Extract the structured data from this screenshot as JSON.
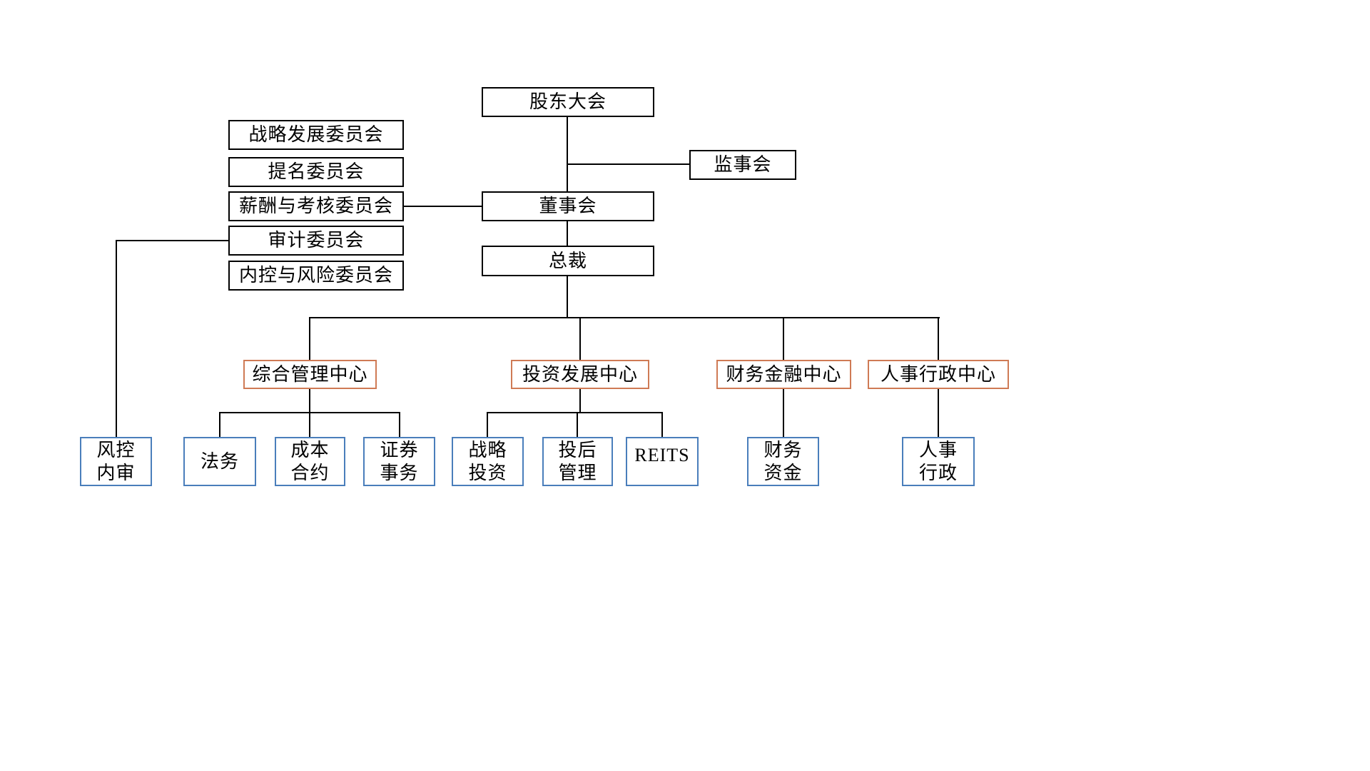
{
  "nodes": {
    "shareholders_meeting": "股东大会",
    "supervisory_board": "监事会",
    "board_of_directors": "董事会",
    "president": "总裁",
    "committee_strategy": "战略发展委员会",
    "committee_nomination": "提名委员会",
    "committee_remuneration": "薪酬与考核委员会",
    "committee_audit": "审计委员会",
    "committee_internal_risk": "内控与风险委员会",
    "center_general_management": "综合管理中心",
    "center_investment_development": "投资发展中心",
    "center_finance": "财务金融中心",
    "center_hr_admin": "人事行政中心",
    "dept_risk_control_audit": "风控\n内审",
    "dept_legal": "法务",
    "dept_cost_contract": "成本\n合约",
    "dept_securities": "证券\n事务",
    "dept_strategic_investment": "战略\n投资",
    "dept_post_investment": "投后\n管理",
    "dept_reits": "REITS",
    "dept_finance_treasury": "财务\n资金",
    "dept_hr_admin": "人事\n行政"
  },
  "colors": {
    "background": "#ffffff",
    "box_border": "#000000",
    "center_border": "#cf7a55",
    "dept_border": "#4a7ebb",
    "line": "#000000"
  }
}
